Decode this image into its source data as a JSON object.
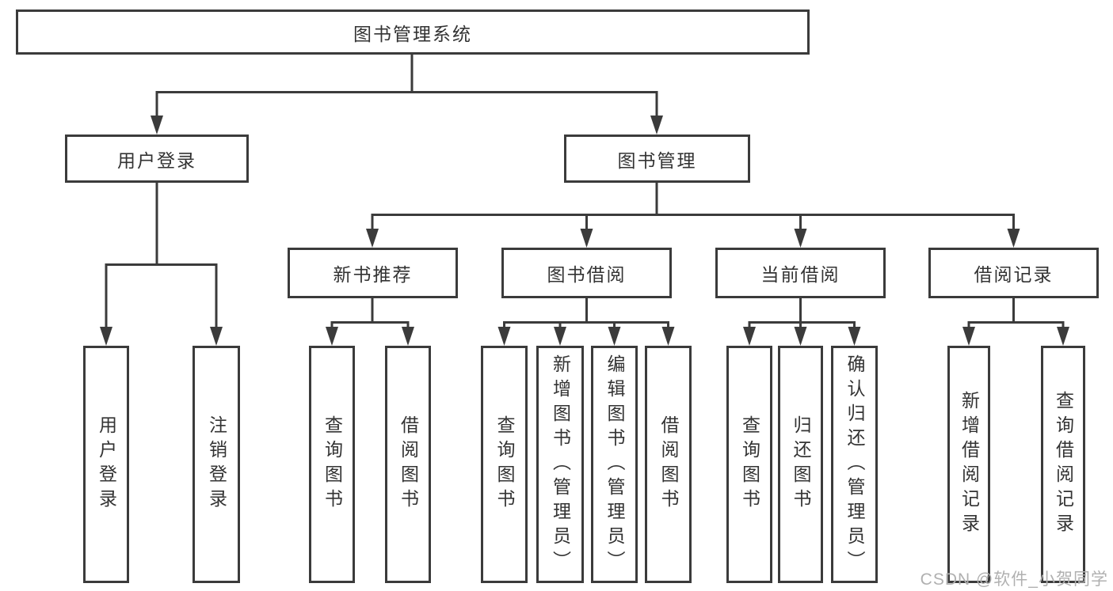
{
  "diagram": {
    "title": "图书管理系统",
    "watermark": "CSDN @软件_小贺同学",
    "colors": {
      "line": "#3b3b3b",
      "text": "#333333",
      "watermark": "#b0b0b0",
      "background": "#ffffff"
    },
    "root": {
      "label": "图书管理系统",
      "children": [
        {
          "label": "用户登录",
          "children": [
            {
              "label": "用户登录"
            },
            {
              "label": "注销登录"
            }
          ]
        },
        {
          "label": "图书管理",
          "children": [
            {
              "label": "新书推荐",
              "children": [
                {
                  "label": "查询图书"
                },
                {
                  "label": "借阅图书"
                }
              ]
            },
            {
              "label": "图书借阅",
              "children": [
                {
                  "label": "查询图书"
                },
                {
                  "label": "新增图书（管理员）"
                },
                {
                  "label": "编辑图书（管理员）"
                },
                {
                  "label": "借阅图书"
                }
              ]
            },
            {
              "label": "当前借阅",
              "children": [
                {
                  "label": "查询图书"
                },
                {
                  "label": "归还图书"
                },
                {
                  "label": "确认归还（管理员）"
                }
              ]
            },
            {
              "label": "借阅记录",
              "children": [
                {
                  "label": "新增借阅记录"
                },
                {
                  "label": "查询借阅记录"
                }
              ]
            }
          ]
        }
      ]
    }
  }
}
